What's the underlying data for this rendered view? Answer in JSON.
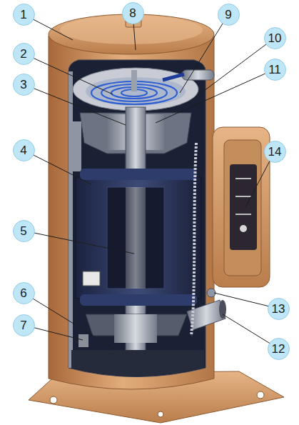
{
  "diagram": {
    "nodes": [
      {
        "text": [
          "1"
        ]
      },
      {
        "text": [
          "8"
        ]
      },
      {
        "text": [
          "9"
        ]
      },
      {
        "text": [
          "10"
        ]
      },
      {
        "text": [
          "2"
        ]
      },
      {
        "text": [
          "11"
        ]
      },
      {
        "text": [
          "3"
        ]
      },
      {
        "text": [
          "4"
        ]
      },
      {
        "text": [
          "14"
        ]
      },
      {
        "text": [
          "5"
        ]
      },
      {
        "text": [
          "6"
        ]
      },
      {
        "text": [
          "13"
        ]
      },
      {
        "text": [
          "7"
        ]
      },
      {
        "text": [
          "12"
        ]
      }
    ]
  }
}
